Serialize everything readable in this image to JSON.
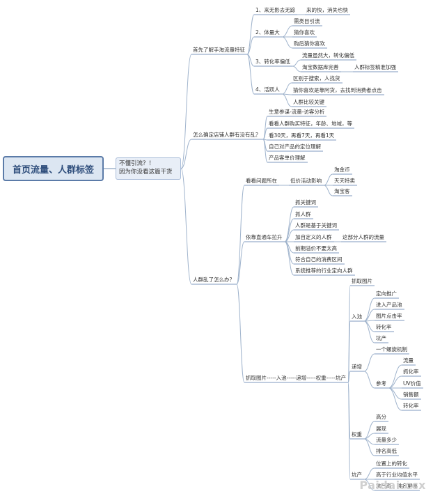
{
  "root": {
    "title": "首页流量、人群标签"
  },
  "sub": {
    "line1": "不懂引流？！",
    "line2": "因为你没看这篇干货"
  },
  "b1": {
    "label": "首先了解手淘流量特征",
    "c1": {
      "label": "1、来无影去无踪",
      "d1": "来的快，消失也快"
    },
    "c2": {
      "label": "2、体量大",
      "d1": "需类目引流",
      "d2": "猜你喜欢",
      "d3": "购后猜你喜欢"
    },
    "c3": {
      "label": "3、转化率偏低",
      "d1": "流量虽然大，转化偏低",
      "d2": "淘宝数据库完善",
      "d2a": "人群标签精准加强"
    },
    "c4": {
      "label": "4、活跃人",
      "d1": "区别于搜索，人找货",
      "d2": "猜你喜欢是靠阿货，去找到消费者点击",
      "d3": "人群比较关键"
    }
  },
  "b2": {
    "label": "怎么确定店铺人群有没有乱？",
    "d1": "生意参谋-流量-访客分析",
    "d2": "看看人群购买特征，年龄、地域，等",
    "d3": "看30天，再看7天，再看1天",
    "d4": "自己对产品的定位理解",
    "d5": "产品客单价理解"
  },
  "b3": {
    "label": "人群乱了怎么办？",
    "c1": {
      "label": "看看问题所在",
      "d1": "低价活动影响",
      "e1": "淘金币",
      "e2": "天天特卖",
      "e3": "淘宝客"
    },
    "c2": {
      "label": "依靠直通车拉升",
      "d1": "抓关键词",
      "d2": "抓人群",
      "d3": "人群是基于关键词",
      "d4": "加自定义的人群",
      "d4a": "这部分人群的流量",
      "d5": "前期溢价不要太高",
      "d6": "符合自己的消费区间",
      "d7": "系统推荐的行业定向人群"
    },
    "c3": {
      "label": "抓取图片-----入池-----递增-----权重-----坑产",
      "p1": "抓取图片",
      "p2": {
        "label": "入池",
        "d1": "定向推广",
        "d2": "进入产品池",
        "d3": "图片点击率",
        "d4": "转化率",
        "d5": "坑产"
      },
      "p3": {
        "label": "递增",
        "d1": "一个螺旋机制",
        "d2": "参考",
        "e1": "流量",
        "e2": "抓化率",
        "e3": "UV价值",
        "e4": "销售额",
        "e5": "转化率"
      },
      "p4": {
        "label": "权重",
        "d1": "高分",
        "d2": "展现",
        "d3": "流量多少",
        "d4": "排名高低"
      },
      "p5": {
        "label": "坑产",
        "d1": "位置上的转化",
        "d2": "高于行业均值水平",
        "d3": "坑产高，排名更高"
      }
    }
  },
  "watermark": "Paidai.ccx",
  "colors": {
    "line": "#9fb3cc",
    "underline": "#7f9abf",
    "root_border": "#5b7ba8",
    "root_fill": "#dce6f2"
  }
}
